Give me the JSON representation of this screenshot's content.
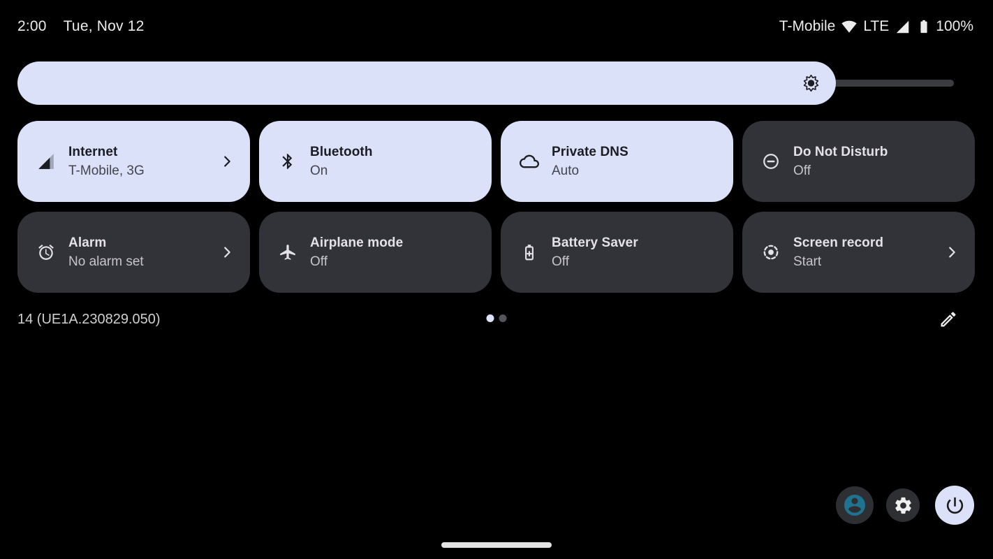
{
  "status_bar": {
    "time": "2:00",
    "date": "Tue, Nov 12",
    "carrier": "T-Mobile",
    "network": "LTE",
    "battery_percent": "100%",
    "icons": [
      "wifi-icon",
      "cellular-signal-icon",
      "battery-icon"
    ]
  },
  "brightness_slider": {
    "percent": 87,
    "fill_style": "width:87.4%",
    "icon": "brightness-icon"
  },
  "tiles": [
    {
      "title": "Internet",
      "subtitle": "T-Mobile, 3G",
      "icon": "cellular-signal-icon",
      "active": true,
      "chevron": true
    },
    {
      "title": "Bluetooth",
      "subtitle": "On",
      "icon": "bluetooth-icon",
      "active": true,
      "chevron": false
    },
    {
      "title": "Private DNS",
      "subtitle": "Auto",
      "icon": "cloud-icon",
      "active": true,
      "chevron": false
    },
    {
      "title": "Do Not Disturb",
      "subtitle": "Off",
      "icon": "do-not-disturb-icon",
      "active": false,
      "chevron": false
    },
    {
      "title": "Alarm",
      "subtitle": "No alarm set",
      "icon": "alarm-clock-icon",
      "active": false,
      "chevron": true
    },
    {
      "title": "Airplane mode",
      "subtitle": "Off",
      "icon": "airplane-icon",
      "active": false,
      "chevron": false
    },
    {
      "title": "Battery Saver",
      "subtitle": "Off",
      "icon": "battery-saver-icon",
      "active": false,
      "chevron": false
    },
    {
      "title": "Screen record",
      "subtitle": "Start",
      "icon": "screen-record-icon",
      "active": false,
      "chevron": true
    }
  ],
  "footer": {
    "build_number": "14 (UE1A.230829.050)",
    "page_count": 2,
    "active_page": 1,
    "edit_icon": "edit-pencil-icon"
  },
  "bottom_buttons": {
    "avatar": "user-avatar-icon",
    "settings": "settings-gear-icon",
    "power": "power-icon"
  },
  "colors": {
    "background": "#000000",
    "status_text": "#ececec",
    "tile_active_bg": "#dce1fa",
    "tile_active_text": "#1b1d22",
    "tile_inactive_bg": "#323338",
    "tile_inactive_text": "#e4e2e6",
    "slider_fill": "#dce1fa",
    "slider_track": "#3b3c40",
    "dot_active": "#dfe2fb",
    "dot_inactive": "#54555a",
    "button_bg": "#2e2f33",
    "avatar_accent": "#1d7390"
  }
}
